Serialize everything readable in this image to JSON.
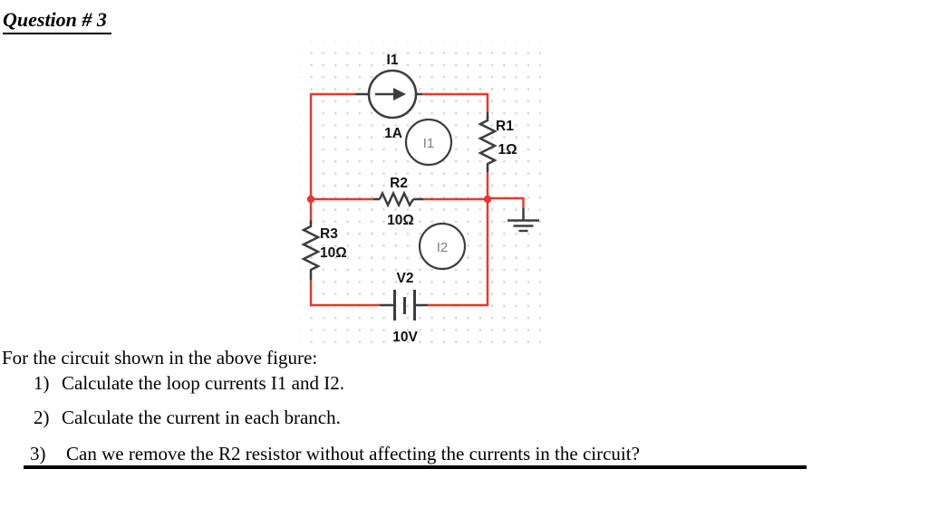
{
  "page": {
    "heading": "Question # 3"
  },
  "circuit": {
    "labels": {
      "source_name": "I1",
      "source_value": "1A",
      "loop1": "I1",
      "loop2": "I2",
      "r1_name": "R1",
      "r1_value": "1Ω",
      "r2_name": "R2",
      "r2_value": "10Ω",
      "r3_name": "R3",
      "r3_value": "10Ω",
      "v2_name": "V2",
      "v2_value": "10V"
    },
    "colors": {
      "wire": "#e8372c",
      "component": "#3d3d3d",
      "loop_text": "#7e7e7e"
    }
  },
  "question": {
    "intro": "For the circuit shown in the above figure:",
    "items": [
      {
        "marker": "1)",
        "text": "Calculate the loop currents I1 and I2."
      },
      {
        "marker": "2)",
        "text": "Calculate the current in each branch."
      },
      {
        "marker": "3)",
        "text": "Can we remove the R2 resistor without affecting the currents in the circuit?"
      }
    ]
  }
}
